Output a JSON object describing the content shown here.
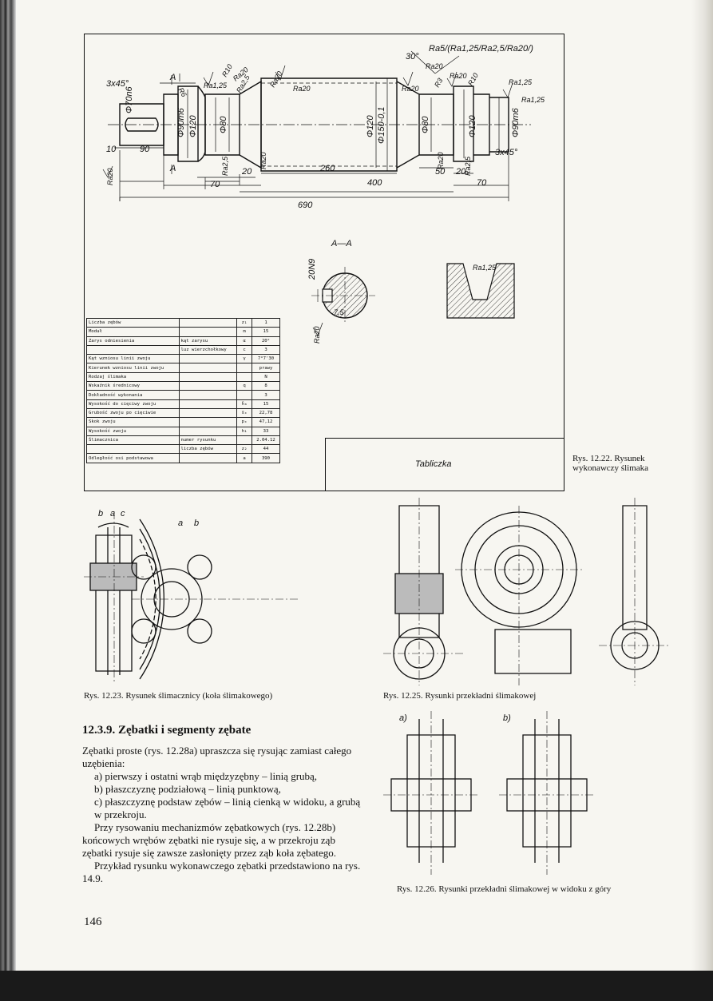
{
  "worm_drawing": {
    "dims": {
      "chamfer_left": "3x45°",
      "chamfer_right": "3x45°",
      "d70n6": "Φ70n6",
      "d90m6": "Φ90m6",
      "d120a": "Φ120",
      "d80a": "Φ80",
      "d120b": "Φ120",
      "d150": "Φ150-0,1",
      "d80b": "Φ80",
      "d120c": "Φ120",
      "d90m6b": "Φ90m6",
      "l10": "10",
      "l90": "90",
      "l70a": "70",
      "l20a": "20",
      "l260": "260",
      "l400": "400",
      "l50": "50",
      "l20b": "20",
      "l70b": "70",
      "l690": "690",
      "r6": "R6",
      "r10a": "R10",
      "r10b": "R10",
      "r3": "R3",
      "angle30": "30°",
      "ra_top": "Ra5/(Ra1,25/Ra2,5/Ra20/)",
      "ra125a": "Ra1,25",
      "ra20a": "Ra20",
      "ra25a": "Ra2,5",
      "ra20b": "Ra20",
      "ra20c": "Ra20",
      "ra20d": "Ra20",
      "ra20e": "Ra20",
      "ra125b": "Ra1,25",
      "ra125c": "Ra1,25",
      "ra20f": "Ra20",
      "ra20g": "Ra20",
      "ra25b": "Ra2,5",
      "ra20h": "Ra20",
      "ra25c": "Ra2,5",
      "ra20i": "Ra20",
      "sec_a": "A",
      "sec_a2": "A"
    },
    "section": {
      "title": "A—A",
      "key": "20N9",
      "ra_key": "Ra20",
      "ra_tooth": "Ra1,25",
      "d75": "7,5"
    },
    "spec_table": {
      "rows": [
        {
          "label": "Liczba zębów",
          "sub": "",
          "sym": "z₁",
          "val": "1"
        },
        {
          "label": "Moduł",
          "sub": "",
          "sym": "m",
          "val": "15"
        },
        {
          "label": "Zarys odniesienia",
          "sub": "kąt zarysu",
          "sym": "α",
          "val": "20°"
        },
        {
          "label": "",
          "sub": "luz wierzchołkowy",
          "sym": "c",
          "val": "3"
        },
        {
          "label": "Kąt wzniosu linii zwoju",
          "sub": "",
          "sym": "γ",
          "val": "7°7'30"
        },
        {
          "label": "Kierunek wzniosu linii zwoju",
          "sub": "",
          "sym": "",
          "val": "prawy"
        },
        {
          "label": "Rodzaj ślimaka",
          "sub": "",
          "sym": "",
          "val": "N"
        },
        {
          "label": "Wskaźnik średnicowy",
          "sub": "",
          "sym": "q",
          "val": "8"
        },
        {
          "label": "Dokładność wykonania",
          "sub": "",
          "sym": "",
          "val": "3"
        },
        {
          "label": "Wysokość do cięciwy zwoju",
          "sub": "",
          "sym": "h̄ₐ",
          "val": "15"
        },
        {
          "label": "Grubość zwoju po cięciwie",
          "sub": "",
          "sym": "s̄ₓ",
          "val": "22,78"
        },
        {
          "label": "Skok zwoju",
          "sub": "",
          "sym": "pₓ",
          "val": "47,12"
        },
        {
          "label": "Wysokość zwoju",
          "sub": "",
          "sym": "h₁",
          "val": "33"
        },
        {
          "label": "Ślimacznica",
          "sub": "numer rysunku",
          "sym": "",
          "val": "2.04.12"
        },
        {
          "label": "",
          "sub": "liczba zębów",
          "sym": "z₂",
          "val": "44"
        },
        {
          "label": "Odległość osi podstawowa",
          "sub": "",
          "sym": "a",
          "val": "390"
        }
      ]
    },
    "tabliczka": "Tabliczka"
  },
  "fig_labels": {
    "abc_a": "b",
    "abc_b": "a",
    "abc_c": "c",
    "ab_a": "a",
    "ab_b": "b",
    "fig26_a": "a)",
    "fig26_b": "b)"
  },
  "captions": {
    "fig22": "Rys. 12.22. Rysunek wykonawczy ślimaka",
    "fig23": "Rys. 12.23. Rysunek ślimacznicy (koła ślimakowego)",
    "fig25": "Rys. 12.25. Rysunki przekładni ślimakowej",
    "fig26": "Rys. 12.26. Rysunki przekładni ślimakowej w widoku z góry"
  },
  "section": {
    "heading": "12.3.9. Zębatki i segmenty zębate",
    "paragraphs": [
      "Zębatki proste (rys. 12.28a) upraszcza się rysując zamiast całego uzębienia:",
      "a) pierwszy i ostatni wrąb międzyzębny – linią grubą,",
      "b) płaszczyznę podziałową – linią punktową,",
      "c) płaszczyznę podstaw zębów – linią cienką w widoku, a grubą w przekroju.",
      "Przy rysowaniu mechanizmów zębatkowych (rys. 12.28b) końcowych wrębów zębatki nie rysuje się, a w przekroju ząb zębatki rysuje się zawsze zasłonięty przez ząb koła zębatego.",
      "Przykład rysunku wykonawczego zębatki przedstawiono na rys. 14.9."
    ]
  },
  "page_number": "146"
}
